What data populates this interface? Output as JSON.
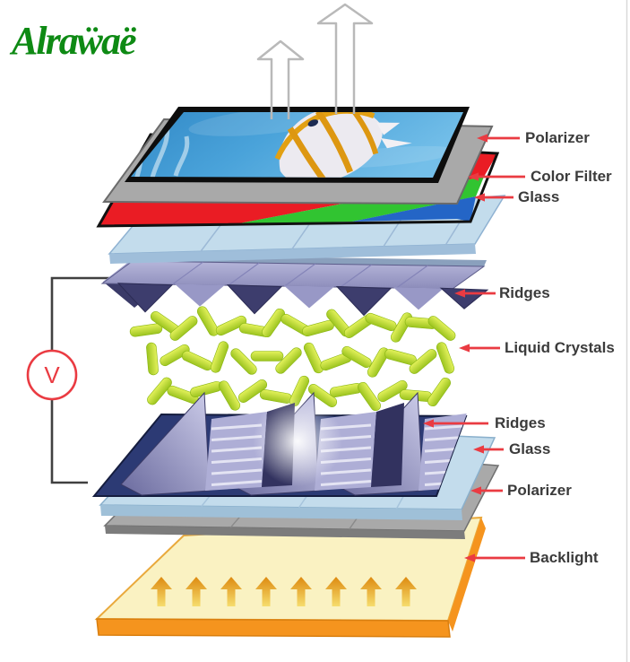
{
  "logo": {
    "text": "Alraẅaë"
  },
  "diagram": {
    "voltage_symbol": "V",
    "labels": [
      {
        "id": "polarizer-top",
        "text": "Polarizer"
      },
      {
        "id": "color-filter",
        "text": "Color Filter"
      },
      {
        "id": "glass-top",
        "text": "Glass"
      },
      {
        "id": "ridges-top",
        "text": "Ridges"
      },
      {
        "id": "liquid-crystals",
        "text": "Liquid Crystals"
      },
      {
        "id": "ridges-bottom",
        "text": "Ridges"
      },
      {
        "id": "glass-bottom",
        "text": "Glass"
      },
      {
        "id": "polarizer-bottom",
        "text": "Polarizer"
      },
      {
        "id": "backlight",
        "text": "Backlight"
      }
    ]
  },
  "colors": {
    "logo_green": "#0e8a14",
    "arrow_red": "#ea3b42",
    "label_text": "#3b3b3b",
    "wire_gray": "#404040",
    "screen_frame": "#0d0d0d",
    "polarizer_gray": "#a9a9a9",
    "filter_red": "#ea1c24",
    "filter_green": "#31c431",
    "filter_blue": "#2465c6",
    "glass_blue": "#c3dcec",
    "ridge_lavender": "#a9a9d2",
    "ridge_dark": "#3d3d6d",
    "plate_navy": "#2c3a74",
    "crystal_green": "#b5d832",
    "backlight_yellow": "#faf2c2",
    "backlight_orange": "#f5941e",
    "glow_white": "#ffffff"
  }
}
